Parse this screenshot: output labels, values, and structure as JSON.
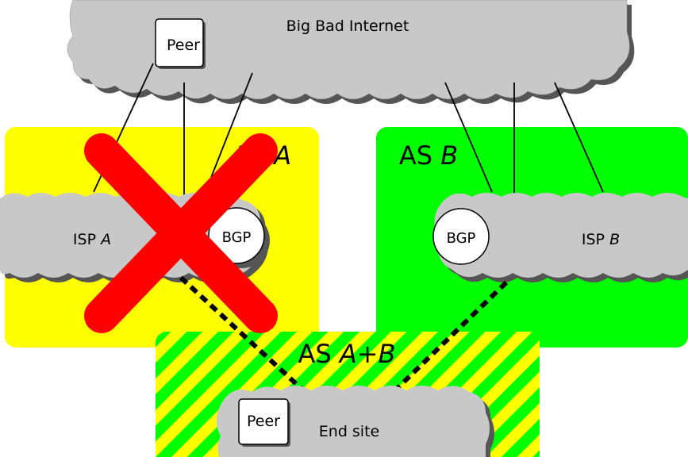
{
  "internet": {
    "label": "Big Bad Internet"
  },
  "top_peer": {
    "label": "Peer"
  },
  "as_a": {
    "prefix": "AS ",
    "name": "A"
  },
  "as_b": {
    "prefix": "AS ",
    "name": "B"
  },
  "isp_a": {
    "prefix": "ISP ",
    "name": "A"
  },
  "isp_b": {
    "prefix": "ISP ",
    "name": "B"
  },
  "bgp_a": {
    "label": "BGP"
  },
  "bgp_b": {
    "label": "BGP"
  },
  "as_ab": {
    "prefix": "AS ",
    "a": "A",
    "plus": "+",
    "b": "B"
  },
  "end_site": {
    "label": "End site"
  },
  "end_peer": {
    "label": "Peer"
  },
  "colors": {
    "as_a_fill": "#ffff00",
    "as_b_fill": "#00ff00",
    "cloud_fill": "#c8c8c8",
    "cloud_shadow": "#555555",
    "failure_cross": "#ff0000"
  }
}
